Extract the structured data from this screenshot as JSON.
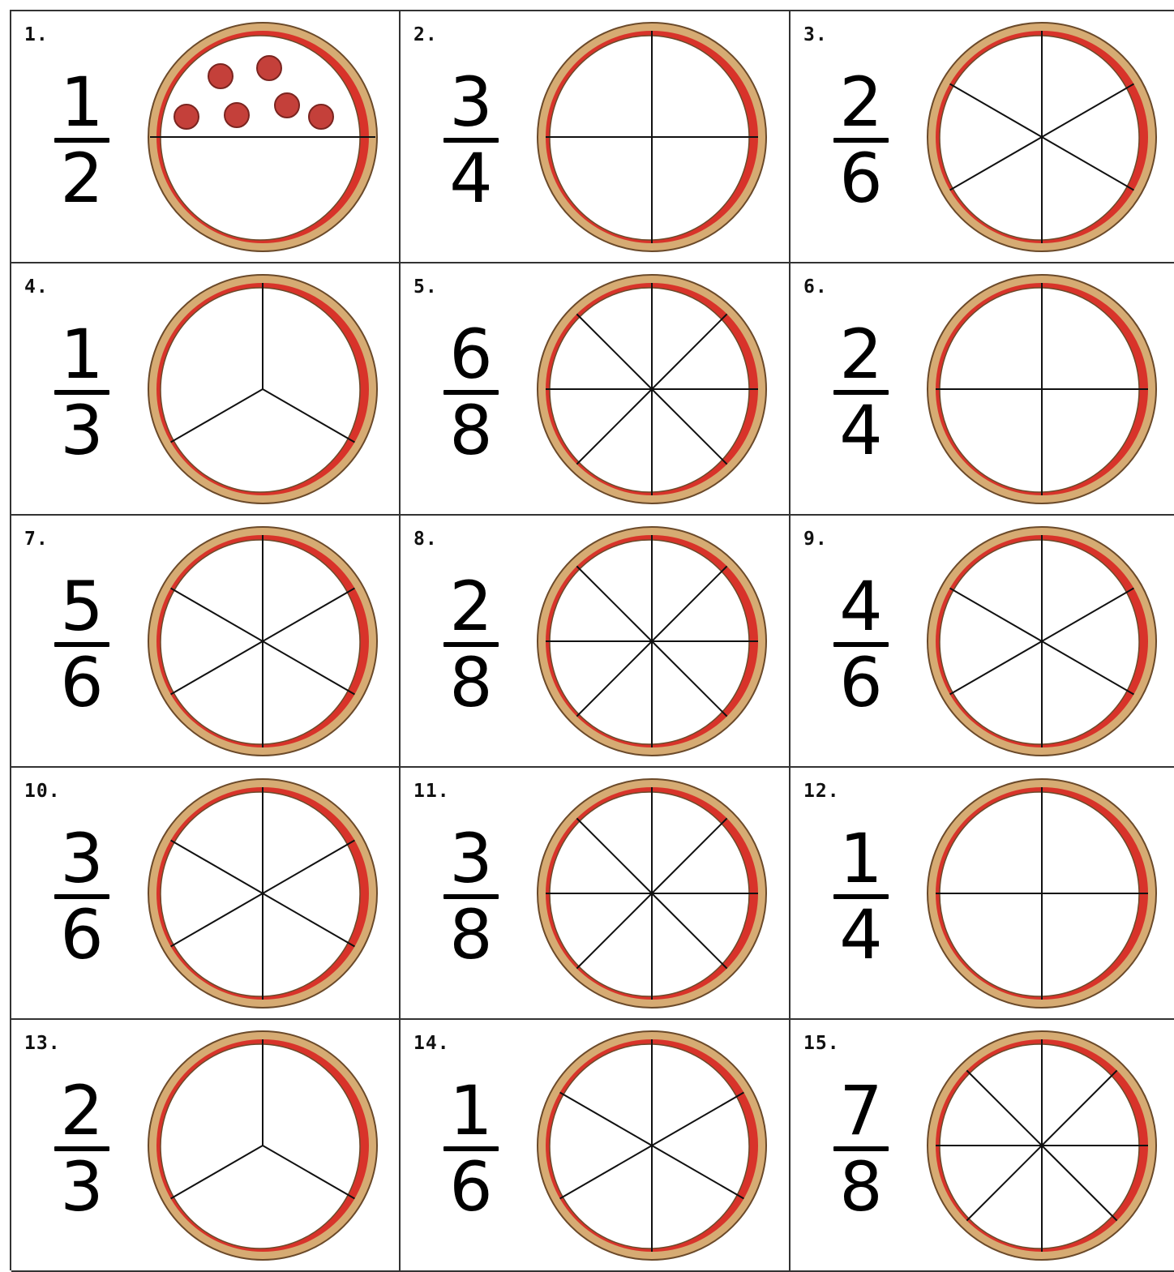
{
  "colors": {
    "crust": "#d6ab73",
    "crust_outline": "#6b4a2a",
    "sauce": "#d8332a",
    "cheese": "#ffffff",
    "slice_lines": "#111111",
    "pepperoni": "#c4403a",
    "pepperoni_outline": "#7a2520",
    "grid_lines": "#333333"
  },
  "items": [
    {
      "label": "1.",
      "numerator": "1",
      "denominator": "2",
      "slices": 2,
      "angle": 0,
      "toppings": true
    },
    {
      "label": "2.",
      "numerator": "3",
      "denominator": "4",
      "slices": 4,
      "angle": 0
    },
    {
      "label": "3.",
      "numerator": "2",
      "denominator": "6",
      "slices": 6,
      "angle": 0
    },
    {
      "label": "4.",
      "numerator": "1",
      "denominator": "3",
      "slices": 3,
      "angle": 0
    },
    {
      "label": "5.",
      "numerator": "6",
      "denominator": "8",
      "slices": 8,
      "angle": 0
    },
    {
      "label": "6.",
      "numerator": "2",
      "denominator": "4",
      "slices": 4,
      "angle": 0
    },
    {
      "label": "7.",
      "numerator": "5",
      "denominator": "6",
      "slices": 6,
      "angle": 0
    },
    {
      "label": "8.",
      "numerator": "2",
      "denominator": "8",
      "slices": 8,
      "angle": 0
    },
    {
      "label": "9.",
      "numerator": "4",
      "denominator": "6",
      "slices": 6,
      "angle": 0
    },
    {
      "label": "10.",
      "numerator": "3",
      "denominator": "6",
      "slices": 6,
      "angle": 0
    },
    {
      "label": "11.",
      "numerator": "3",
      "denominator": "8",
      "slices": 8,
      "angle": 0
    },
    {
      "label": "12.",
      "numerator": "1",
      "denominator": "4",
      "slices": 4,
      "angle": 0
    },
    {
      "label": "13.",
      "numerator": "2",
      "denominator": "3",
      "slices": 3,
      "angle": 0
    },
    {
      "label": "14.",
      "numerator": "1",
      "denominator": "6",
      "slices": 6,
      "angle": 0
    },
    {
      "label": "15.",
      "numerator": "7",
      "denominator": "8",
      "slices": 8,
      "angle": 0
    }
  ]
}
